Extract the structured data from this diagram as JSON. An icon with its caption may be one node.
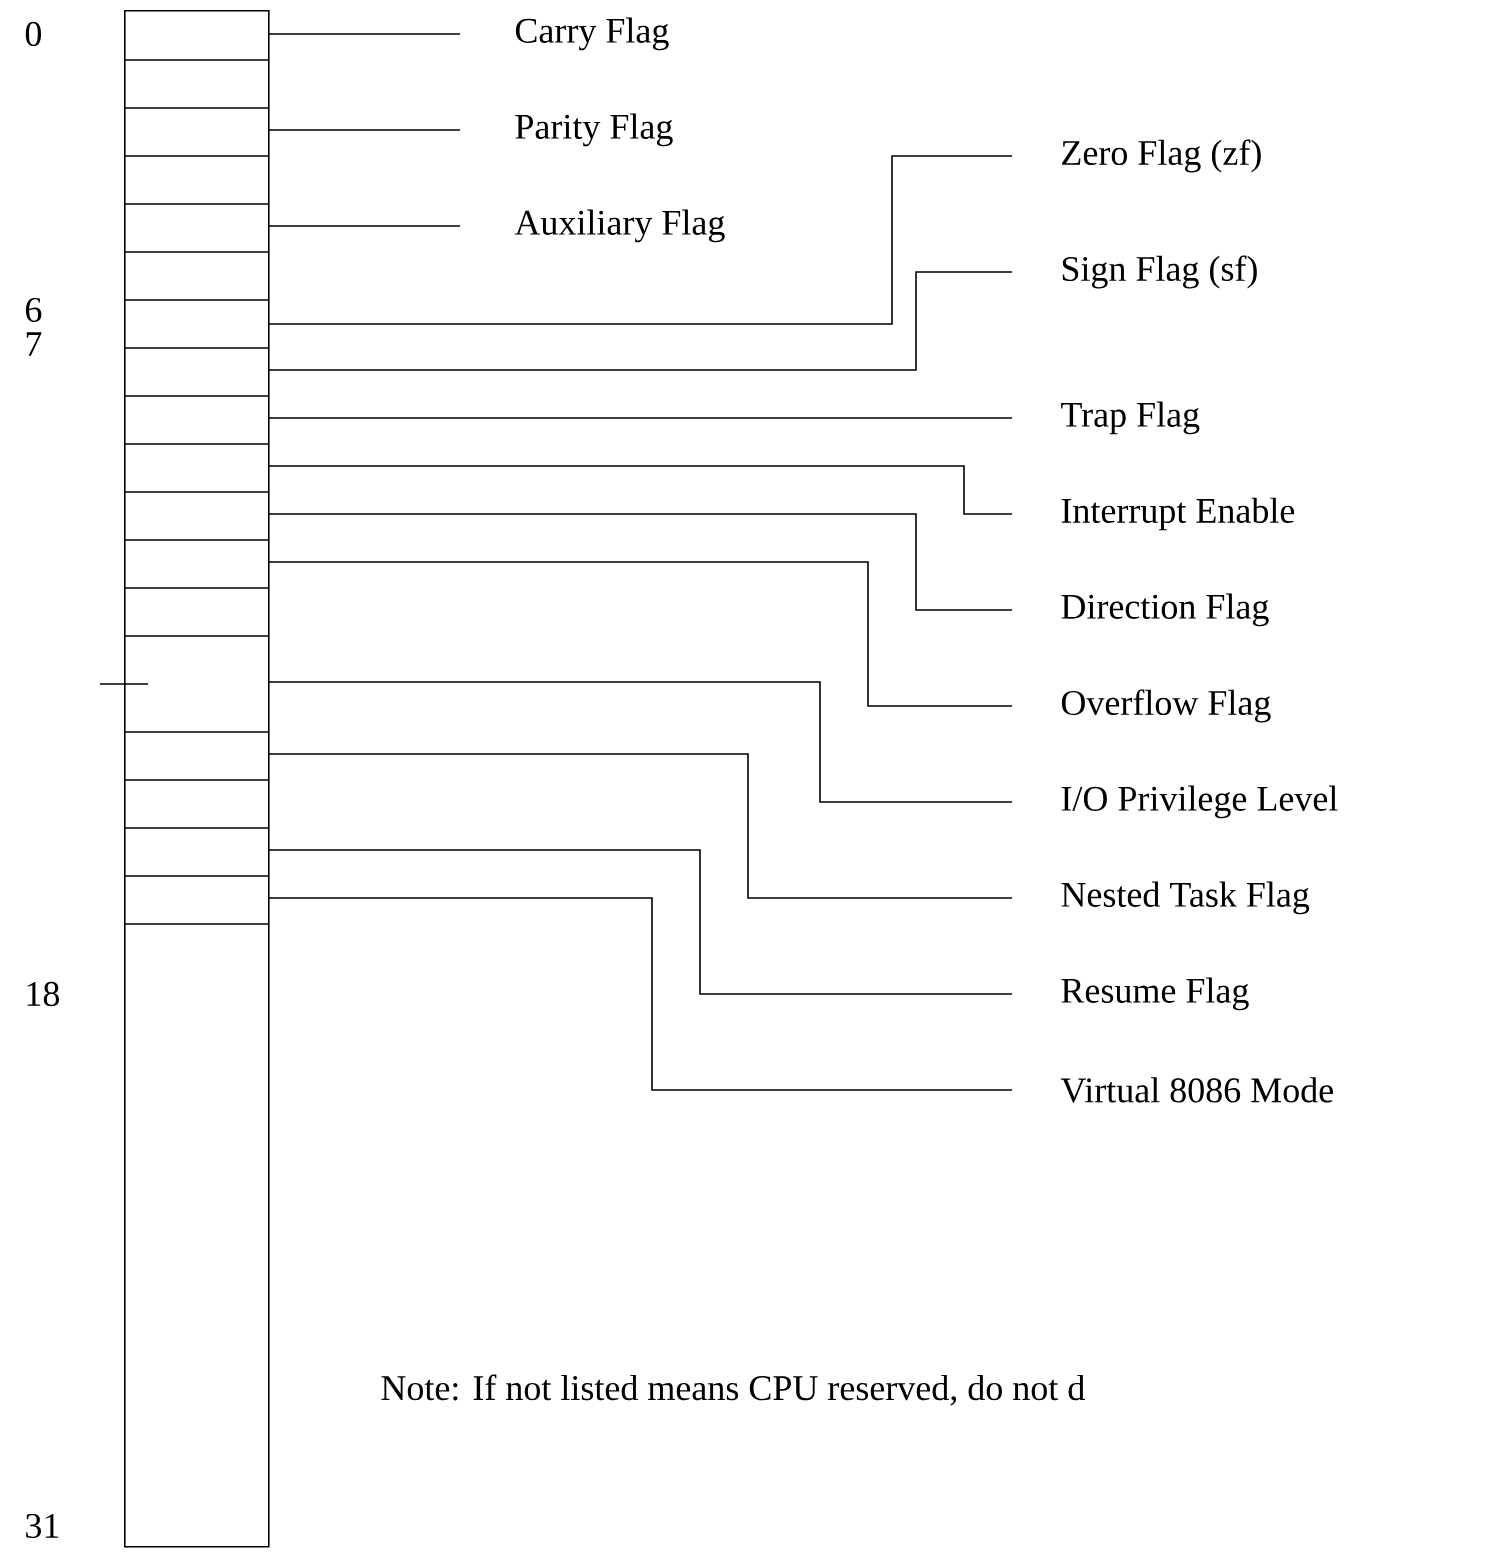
{
  "diagram": {
    "nodes": [
      {
        "text": [
          "Carry Flag"
        ]
      },
      {
        "text": [
          "Parity Flag"
        ]
      },
      {
        "text": [
          "Auxiliary Flag"
        ]
      },
      {
        "text": [
          "Zero Flag (zf)"
        ]
      },
      {
        "text": [
          "Sign Flag (sf)"
        ]
      },
      {
        "text": [
          "Trap Flag"
        ]
      },
      {
        "text": [
          "Interrupt Enable"
        ]
      },
      {
        "text": [
          "Direction Flag"
        ]
      },
      {
        "text": [
          "Overflow Flag"
        ]
      },
      {
        "text": [
          "I/O Privilege Level"
        ]
      },
      {
        "text": [
          "Nested Task Flag"
        ]
      },
      {
        "text": [
          "Resume Flag"
        ]
      },
      {
        "text": [
          "Virtual 8086 Mode"
        ]
      },
      {
        "text": [],
        "shape": "box"
      }
    ],
    "edges": [
      {
        "from": 0,
        "to": 13,
        "arrow": "none"
      },
      {
        "from": 1,
        "to": 13,
        "arrow": "none"
      },
      {
        "from": 2,
        "to": 13,
        "arrow": "none"
      },
      {
        "from": 3,
        "to": 13,
        "arrow": "none"
      },
      {
        "from": 4,
        "to": 13,
        "arrow": "none"
      },
      {
        "from": 5,
        "to": 13,
        "arrow": "none"
      },
      {
        "from": 6,
        "to": 13,
        "arrow": "none"
      },
      {
        "from": 7,
        "to": 13,
        "arrow": "none"
      },
      {
        "from": 8,
        "to": 13,
        "arrow": "none"
      },
      {
        "from": 9,
        "to": 13,
        "arrow": "none"
      },
      {
        "from": 10,
        "to": 13,
        "arrow": "none"
      },
      {
        "from": 11,
        "to": 13,
        "arrow": "none"
      },
      {
        "from": 12,
        "to": 13,
        "arrow": "none"
      }
    ],
    "labels": [
      "0",
      "6",
      "7",
      "18",
      "31",
      "Note: If not listed means CPU reserved, do not d"
    ]
  }
}
